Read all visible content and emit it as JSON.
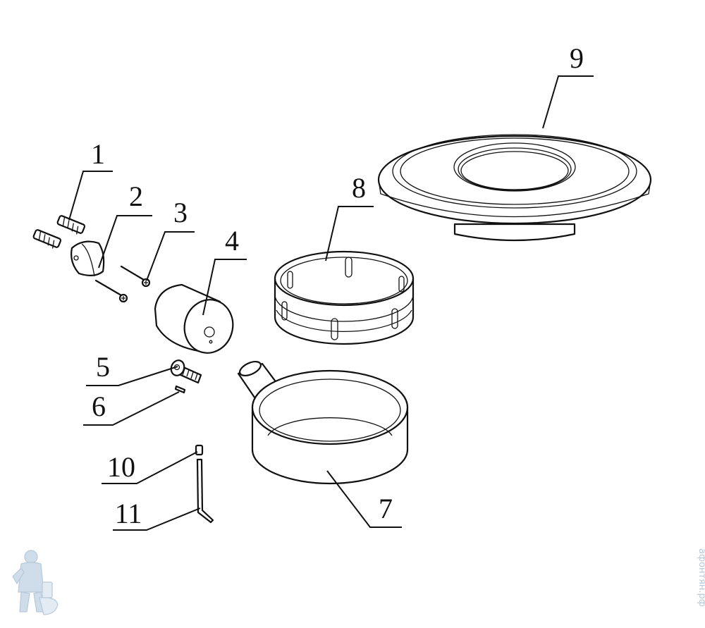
{
  "callouts": [
    {
      "id": "1",
      "label": "1"
    },
    {
      "id": "2",
      "label": "2"
    },
    {
      "id": "3",
      "label": "3"
    },
    {
      "id": "4",
      "label": "4"
    },
    {
      "id": "5",
      "label": "5"
    },
    {
      "id": "6",
      "label": "6"
    },
    {
      "id": "7",
      "label": "7"
    },
    {
      "id": "8",
      "label": "8"
    },
    {
      "id": "9",
      "label": "9"
    },
    {
      "id": "10",
      "label": "10"
    },
    {
      "id": "11",
      "label": "11"
    }
  ],
  "watermark": {
    "text": "афонтян.рф",
    "color": "#b7c9da",
    "logo_icon": "plumber-mascot-icon"
  }
}
